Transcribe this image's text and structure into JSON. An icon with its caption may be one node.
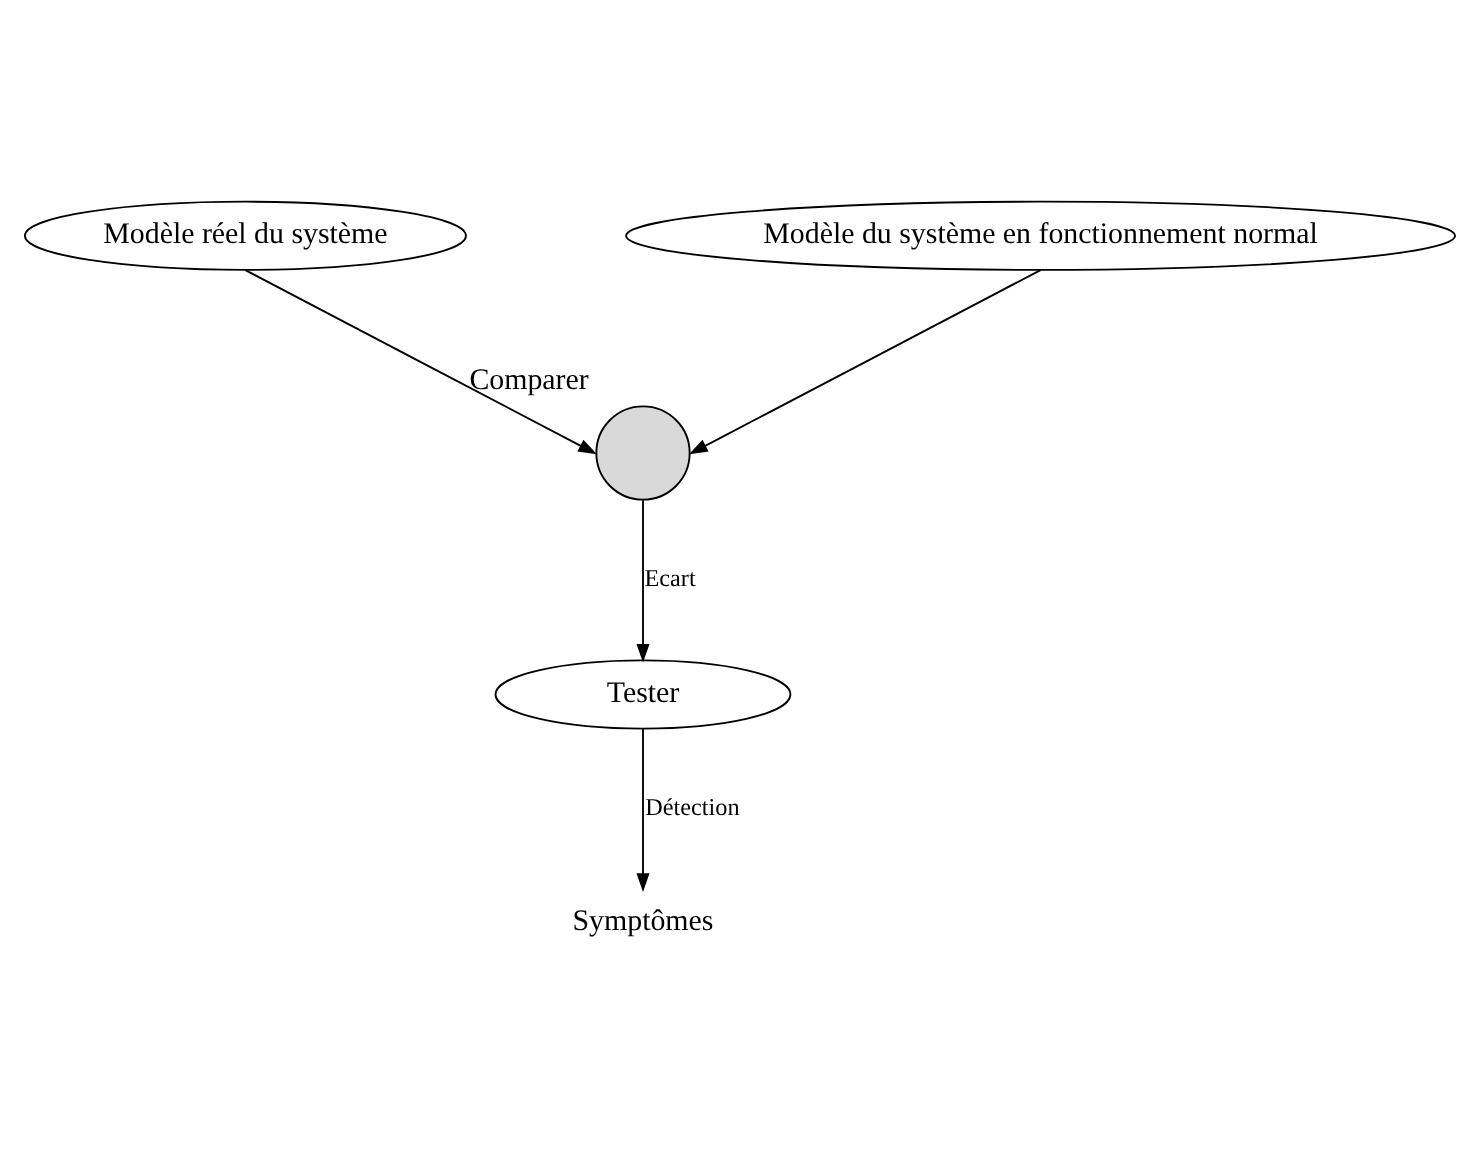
{
  "diagram": {
    "nodes": [
      {
        "text": [
          "Modèle réel du système"
        ]
      },
      {
        "text": [
          "Modèle du système en fonctionnement normal"
        ]
      },
      {
        "text": [
          "Comparer"
        ]
      },
      {
        "text": [
          "Tester"
        ]
      },
      {
        "text": [
          "Symptômes"
        ]
      }
    ],
    "edges": [
      {
        "from": 0,
        "to": 2,
        "arrow": "to"
      },
      {
        "from": 1,
        "to": 2,
        "arrow": "to"
      },
      {
        "from": 2,
        "to": 3,
        "arrow": "to",
        "label": "Ecart"
      },
      {
        "from": 3,
        "to": 4,
        "arrow": "to",
        "label": "Détection"
      }
    ]
  }
}
